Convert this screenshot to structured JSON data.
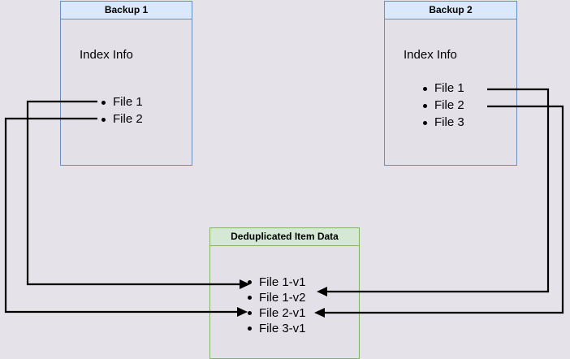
{
  "diagram": {
    "title_hidden": "",
    "background_color": "#e5e3e9",
    "accent_blue": "#6c8ebf",
    "accent_blue_fill": "#dae8fc",
    "accent_green": "#82b366",
    "accent_green_fill": "#d5e8d4"
  },
  "backup1": {
    "header": "Backup 1",
    "section_label": "Index Info",
    "files": [
      {
        "label": "File 1"
      },
      {
        "label": "File 2"
      }
    ]
  },
  "backup2": {
    "header": "Backup 2",
    "section_label": "Index Info",
    "files": [
      {
        "label": "File 1"
      },
      {
        "label": "File 2"
      },
      {
        "label": "File 3"
      }
    ]
  },
  "dedup": {
    "header": "Deduplicated Item Data",
    "items": [
      {
        "label": "File 1-v1"
      },
      {
        "label": "File 1-v2"
      },
      {
        "label": "File 2-v1"
      },
      {
        "label": "File 3-v1"
      }
    ]
  },
  "connections": [
    {
      "name": "backup1-file1-to-file1v1",
      "from": "Backup 1 / File 1",
      "to": "File 1-v1"
    },
    {
      "name": "backup1-file2-to-file2v1",
      "from": "Backup 1 / File 2",
      "to": "File 2-v1"
    },
    {
      "name": "backup2-file1-to-file1v2",
      "from": "Backup 2 / File 1",
      "to": "File 1-v2"
    },
    {
      "name": "backup2-file2-to-file2v1",
      "from": "Backup 2 / File 2",
      "to": "File 2-v1"
    }
  ]
}
